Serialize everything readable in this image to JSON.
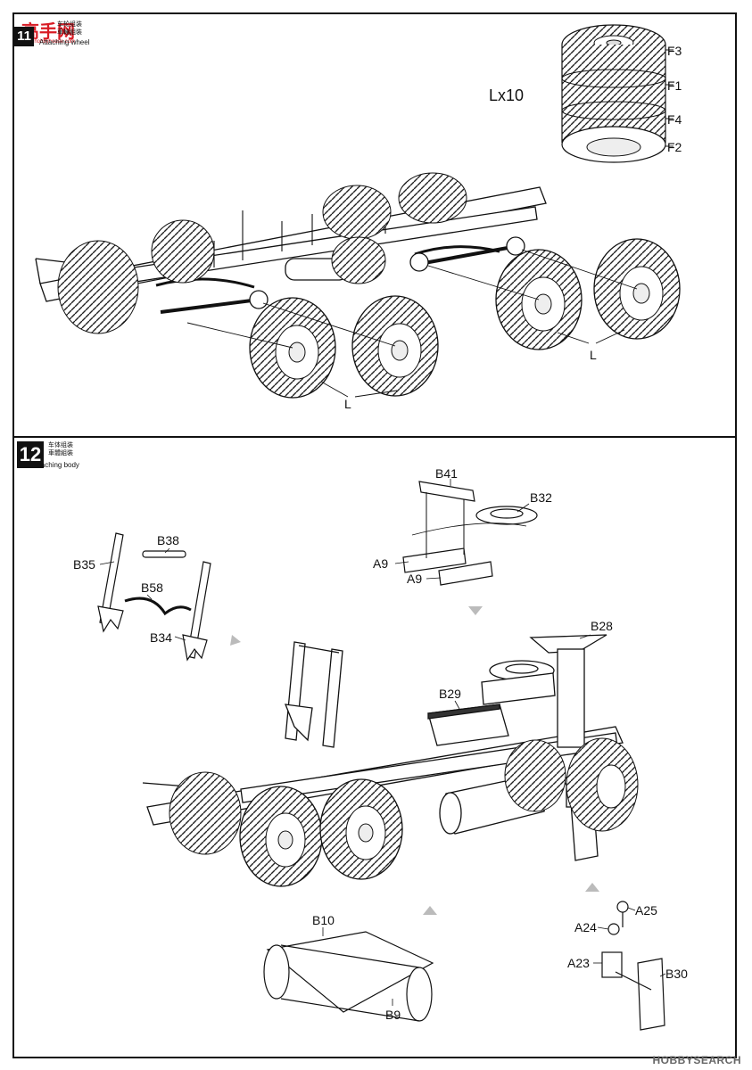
{
  "watermark_top": {
    "title": "高手网",
    "subtitle": "www.hobbyhouse.com"
  },
  "step_wheel": {
    "number": "11",
    "zh": "车轮组装",
    "zh_trad": "車輪組裝",
    "en": "Attaching wheel",
    "qty": "Lx10",
    "wheel_parts": [
      "F3",
      "F1",
      "F4",
      "F2"
    ],
    "l_label": "L"
  },
  "step_body": {
    "number": "12",
    "zh": "车体组装",
    "zh_trad": "車體組裝",
    "en": "Attaching body",
    "parts": {
      "b41": "B41",
      "b32": "B32",
      "a9": "A9",
      "a9b": "A9",
      "b38": "B38",
      "b35": "B35",
      "b58": "B58",
      "b34": "B34",
      "b28": "B28",
      "b29": "B29",
      "b10": "B10",
      "b9": "B9",
      "a25": "A25",
      "a24": "A24",
      "a23": "A23",
      "b30": "B30"
    }
  },
  "watermark_bottom": "HOBBYSEARCH"
}
